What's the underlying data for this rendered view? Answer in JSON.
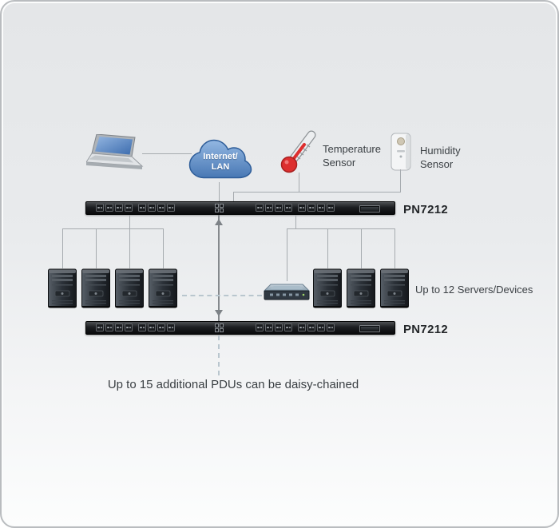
{
  "cloud": {
    "line1": "Internet/",
    "line2": "LAN"
  },
  "temperature_sensor": {
    "line1": "Temperature",
    "line2": "Sensor"
  },
  "humidity_sensor": {
    "line1": "Humidity",
    "line2": "Sensor"
  },
  "pdu_top": {
    "model": "PN7212"
  },
  "pdu_bottom": {
    "model": "PN7212"
  },
  "notes": {
    "servers": "Up to 12 Servers/Devices",
    "daisy_chain": "Up to 15 additional PDUs can be daisy-chained"
  },
  "icons": [
    "laptop-icon",
    "cloud-icon",
    "thermometer-icon",
    "humidity-sensor-icon",
    "server-tower-icon",
    "router-icon",
    "pdu-bar",
    "pdu-outlet",
    "pdu-daisy-ports",
    "pdu-display",
    "arrow-up-icon",
    "arrow-down-icon"
  ],
  "colors": {
    "cloud_blue": "#4878b4",
    "pdu_black": "#131518",
    "thermometer_red": "#dd2f2f",
    "line_gray": "#a6abaf",
    "dashed_blue_gray": "#b9c6ce",
    "background_top": "#e4e6e8",
    "background_bottom": "#fcfdfd"
  }
}
